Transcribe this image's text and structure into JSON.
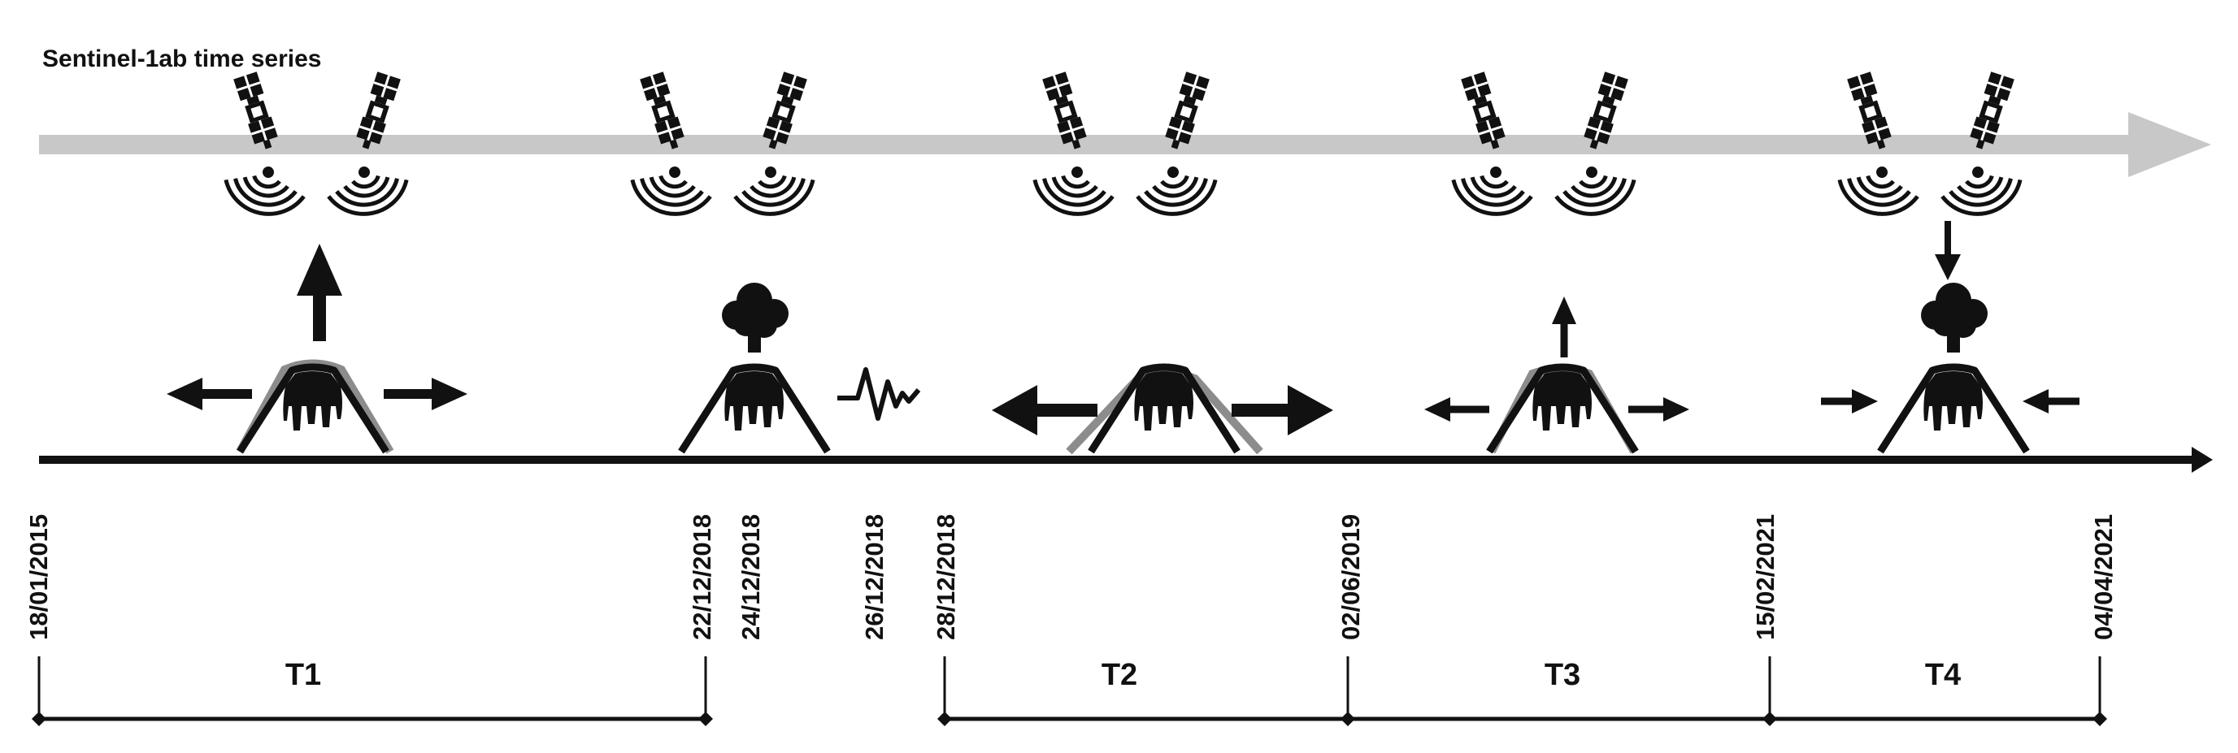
{
  "title": "Sentinel-1ab time series",
  "dates": [
    "18/01/2015",
    "22/12/2018",
    "24/12/2018",
    "26/12/2018",
    "28/12/2018",
    "02/06/2019",
    "15/02/2021",
    "04/04/2021"
  ],
  "periods": [
    "T1",
    "T2",
    "T3",
    "T4"
  ],
  "colors": {
    "time_arrow": "#c8c8c8",
    "ink": "#111111",
    "deformed_outline": "#8c8c8c"
  },
  "icons": {
    "satellite": "satellite-icon",
    "volcano": "volcano-icon",
    "eruption": "eruption-plume-icon",
    "earthquake": "seismic-wave-icon",
    "inflation_arrow": "deformation-arrow-icon"
  }
}
